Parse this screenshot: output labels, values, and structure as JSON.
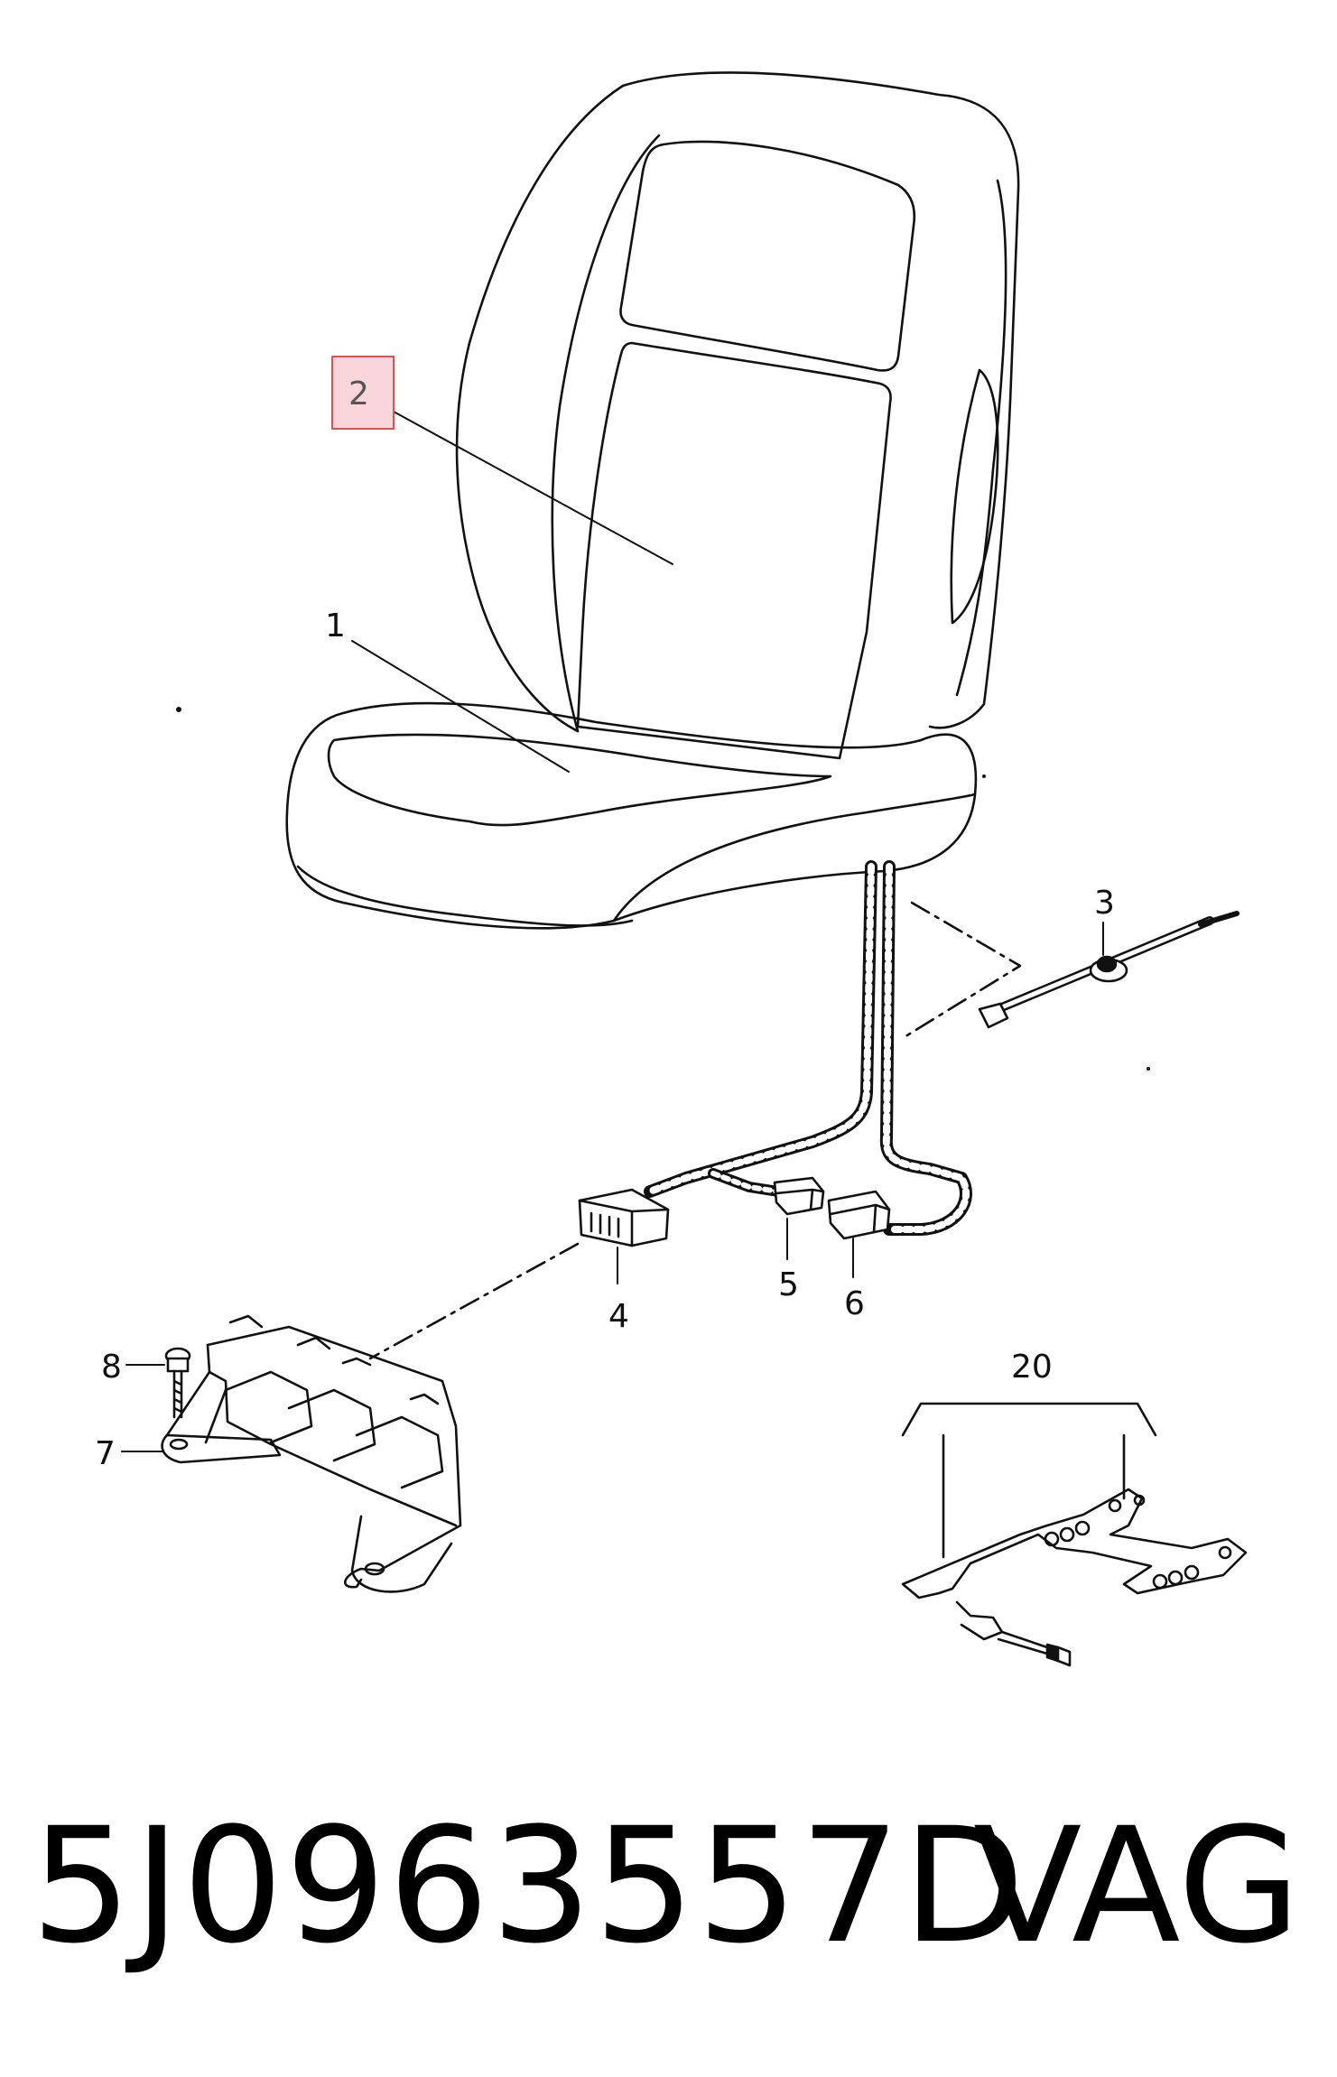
{
  "diagram": {
    "callouts": [
      {
        "id": "1",
        "label": "1"
      },
      {
        "id": "2",
        "label": "2",
        "highlighted": true
      },
      {
        "id": "3",
        "label": "3"
      },
      {
        "id": "4",
        "label": "4"
      },
      {
        "id": "5",
        "label": "5"
      },
      {
        "id": "6",
        "label": "6"
      },
      {
        "id": "7",
        "label": "7"
      },
      {
        "id": "8",
        "label": "8"
      },
      {
        "id": "20",
        "label": "20"
      }
    ],
    "highlight_color": "#f8d6dc",
    "highlight_border": "#d9534f"
  },
  "caption": {
    "part_number": "5J0963557D",
    "brand": "VAG"
  }
}
